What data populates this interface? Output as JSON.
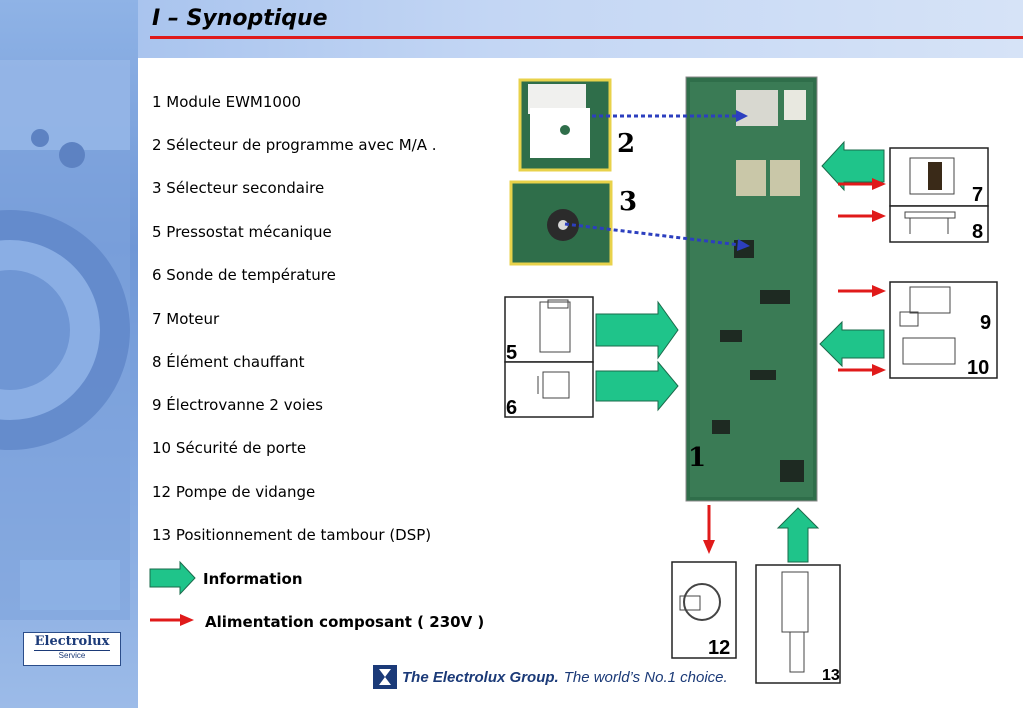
{
  "title": "I – Synoptique",
  "legend": [
    "1  Module EWM1000",
    "2 Sélecteur de programme avec M/A .",
    "3 Sélecteur secondaire",
    "5 Pressostat mécanique",
    "6 Sonde de température",
    "7 Moteur",
    "8 Élément chauffant",
    "9 Électrovanne 2 voies",
    "10 Sécurité de porte",
    "12 Pompe de vidange",
    "13 Positionnement de tambour (DSP)"
  ],
  "key": {
    "information": "Information",
    "power": "Alimentation composant ( 230V )"
  },
  "diagram_labels": {
    "module": "1",
    "selector_program": "2",
    "selector_secondary": "3",
    "pressure_switch": "5",
    "temp_probe": "6",
    "motor": "7",
    "heater": "8",
    "valve": "9",
    "door_lock": "10",
    "drain_pump": "12",
    "drum_position": "13"
  },
  "branding": {
    "logo_name": "Electrolux",
    "logo_sub": "Service",
    "group_name": "The Electrolux Group.",
    "slogan": "The world’s No.1 choice."
  },
  "colors": {
    "title_rule": "#e01a1a",
    "info_arrow": "#1fc48a",
    "power_arrow": "#e01a1a",
    "link_dots": "#2c3fbf",
    "pcb": "#2f6e4a"
  }
}
